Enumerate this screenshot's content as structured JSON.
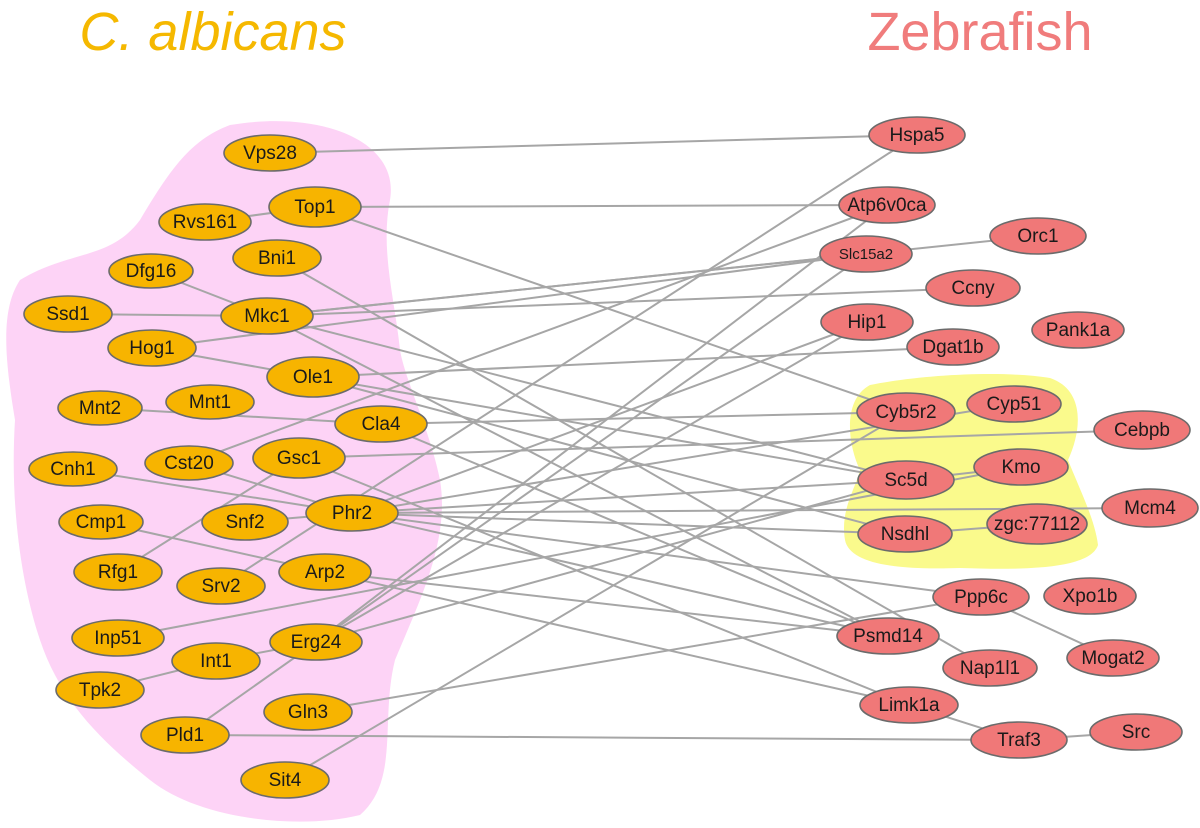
{
  "titles": {
    "left": "C. albicans",
    "right": "Zebrafish"
  },
  "colors": {
    "left_title": "#f5b800",
    "right_title": "#f07c7c",
    "left_node": "#f7b400",
    "right_node": "#f07878",
    "left_cluster": "#fdd3f6",
    "right_cluster": "#fafa8c",
    "edge": "#a6a6a6"
  },
  "nodes": {
    "left": [
      "Vps28",
      "Top1",
      "Rvs161",
      "Bni1",
      "Dfg16",
      "Ssd1",
      "Mkc1",
      "Hog1",
      "Ole1",
      "Mnt2",
      "Mnt1",
      "Cla4",
      "Cnh1",
      "Cst20",
      "Gsc1",
      "Phr2",
      "Cmp1",
      "Snf2",
      "Rfg1",
      "Srv2",
      "Arp2",
      "Inp51",
      "Erg24",
      "Int1",
      "Tpk2",
      "Gln3",
      "Pld1",
      "Sit4"
    ],
    "right": [
      "Hspa5",
      "Atp6v0ca",
      "Orc1",
      "Slc15a2",
      "Ccny",
      "Hip1",
      "Pank1a",
      "Dgat1b",
      "Cyb5r2",
      "Cyp51",
      "Cebpb",
      "Sc5d",
      "Kmo",
      "Mcm4",
      "Nsdhl",
      "zgc:77112",
      "Ppp6c",
      "Xpo1b",
      "Psmd14",
      "Nap1l1",
      "Mogat2",
      "Limk1a",
      "Traf3",
      "Src"
    ]
  },
  "edges": [
    [
      "Vps28",
      "Hspa5"
    ],
    [
      "Top1",
      "Atp6v0ca"
    ],
    [
      "Top1",
      "Cyb5r2"
    ],
    [
      "Rvs161",
      "Top1"
    ],
    [
      "Dfg16",
      "Mkc1"
    ],
    [
      "Ssd1",
      "Mkc1"
    ],
    [
      "Mkc1",
      "Slc15a2"
    ],
    [
      "Mkc1",
      "Orc1"
    ],
    [
      "Mkc1",
      "Ccny"
    ],
    [
      "Mkc1",
      "Sc5d"
    ],
    [
      "Mkc1",
      "Psmd14"
    ],
    [
      "Hog1",
      "Slc15a2"
    ],
    [
      "Hog1",
      "Ole1"
    ],
    [
      "Bni1",
      "Nap1l1"
    ],
    [
      "Ole1",
      "Dgat1b"
    ],
    [
      "Ole1",
      "Sc5d"
    ],
    [
      "Ole1",
      "Nsdhl"
    ],
    [
      "Mnt2",
      "Cla4"
    ],
    [
      "Cla4",
      "Cyb5r2"
    ],
    [
      "Cla4",
      "Psmd14"
    ],
    [
      "Cst20",
      "Atp6v0ca"
    ],
    [
      "Gsc1",
      "Cebpb"
    ],
    [
      "Gsc1",
      "Limk1a"
    ],
    [
      "Cnh1",
      "Phr2"
    ],
    [
      "Cst20",
      "Phr2"
    ],
    [
      "Phr2",
      "Hip1"
    ],
    [
      "Phr2",
      "Sc5d"
    ],
    [
      "Phr2",
      "Mcm4"
    ],
    [
      "Phr2",
      "Nsdhl"
    ],
    [
      "Phr2",
      "Psmd14"
    ],
    [
      "Phr2",
      "Ppp6c"
    ],
    [
      "Phr2",
      "Cyp51"
    ],
    [
      "Snf2",
      "Phr2"
    ],
    [
      "Rfg1",
      "Gsc1"
    ],
    [
      "Cmp1",
      "Arp2"
    ],
    [
      "Srv2",
      "Hspa5"
    ],
    [
      "Arp2",
      "Psmd14"
    ],
    [
      "Arp2",
      "Limk1a"
    ],
    [
      "Inp51",
      "Kmo"
    ],
    [
      "Int1",
      "Erg24"
    ],
    [
      "Tpk2",
      "Int1"
    ],
    [
      "Erg24",
      "Hip1"
    ],
    [
      "Erg24",
      "Sc5d"
    ],
    [
      "Erg24",
      "Atp6v0ca"
    ],
    [
      "Gln3",
      "Ppp6c"
    ],
    [
      "Pld1",
      "Traf3"
    ],
    [
      "Pld1",
      "Slc15a2"
    ],
    [
      "Sit4",
      "Cyb5r2"
    ],
    [
      "Nsdhl",
      "zgc:77112"
    ],
    [
      "Sc5d",
      "Kmo"
    ],
    [
      "Ppp6c",
      "Mogat2"
    ],
    [
      "Limk1a",
      "Traf3"
    ],
    [
      "Traf3",
      "Src"
    ]
  ]
}
